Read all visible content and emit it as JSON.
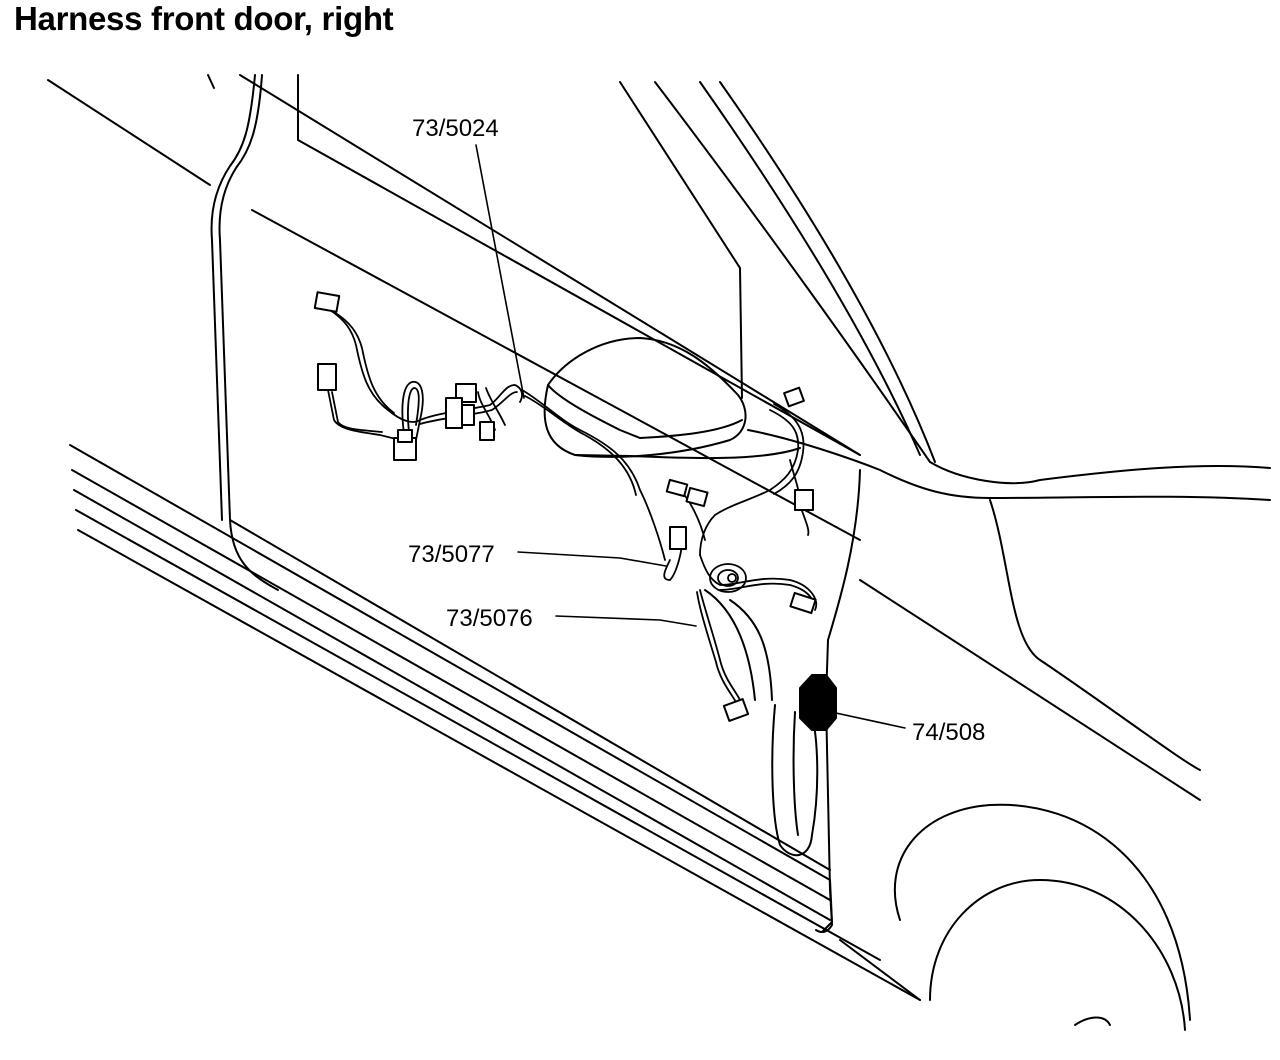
{
  "title": "Harness front door, right",
  "callouts": {
    "c5024": "73/5024",
    "c5077": "73/5077",
    "c5076": "73/5076",
    "c508": "74/508"
  },
  "colors": {
    "line": "#000000",
    "background": "#ffffff"
  }
}
